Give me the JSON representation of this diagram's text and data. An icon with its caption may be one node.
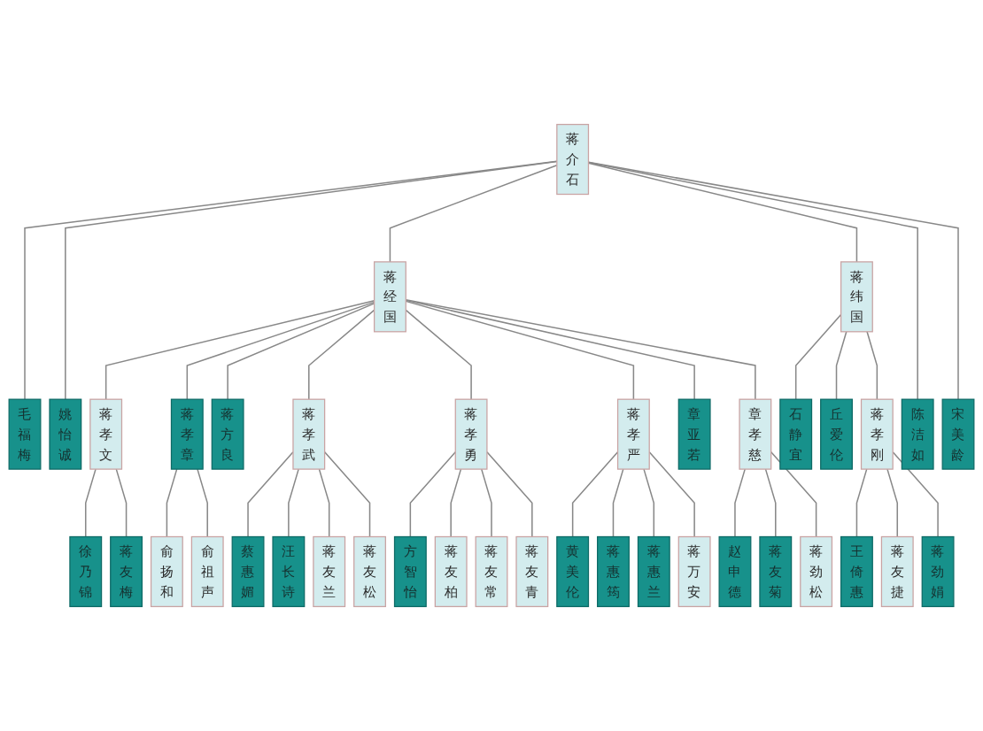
{
  "diagram": {
    "nodes": [
      {
        "text": [
          "蒋介石"
        ]
      },
      {
        "text": [
          "姚怡诚"
        ]
      },
      {
        "text": [
          "陈洁如"
        ]
      },
      {
        "text": [
          "毛福梅"
        ]
      },
      {
        "text": [
          "宋美龄"
        ]
      },
      {
        "text": [
          "蒋经国"
        ]
      },
      {
        "text": [
          "蒋方良"
        ]
      },
      {
        "text": [
          "章亚若"
        ]
      },
      {
        "text": [
          "蒋纬国"
        ]
      },
      {
        "text": [
          "石静宜"
        ]
      },
      {
        "text": [
          "丘爱伦"
        ]
      },
      {
        "text": [
          "蒋孝文"
        ]
      },
      {
        "text": [
          "徐乃锦"
        ]
      },
      {
        "text": [
          "蒋孝章"
        ]
      },
      {
        "text": [
          "俞扬和"
        ]
      },
      {
        "text": [
          "蒋孝武"
        ]
      },
      {
        "text": [
          "汪长诗"
        ]
      },
      {
        "text": [
          "蔡惠媚"
        ]
      },
      {
        "text": [
          "蒋孝勇"
        ]
      },
      {
        "text": [
          "方智怡"
        ]
      },
      {
        "text": [
          "蒋孝严"
        ]
      },
      {
        "text": [
          "黄美伦"
        ]
      },
      {
        "text": [
          "章孝慈"
        ]
      },
      {
        "text": [
          "赵申德"
        ]
      },
      {
        "text": [
          "蒋孝刚"
        ]
      },
      {
        "text": [
          "王倚惠"
        ]
      },
      {
        "text": [
          "蒋友梅"
        ]
      },
      {
        "text": [
          "俞祖声"
        ]
      },
      {
        "text": [
          "蒋友兰"
        ]
      },
      {
        "text": [
          "蒋友松"
        ]
      },
      {
        "text": [
          "蒋友柏"
        ]
      },
      {
        "text": [
          "蒋友常"
        ]
      },
      {
        "text": [
          "蒋友青"
        ]
      },
      {
        "text": [
          "蒋惠筠"
        ]
      },
      {
        "text": [
          "蒋惠兰"
        ]
      },
      {
        "text": [
          "蒋万安"
        ]
      },
      {
        "text": [
          "蒋友菊"
        ]
      },
      {
        "text": [
          "蒋劲松"
        ]
      },
      {
        "text": [
          "蒋友捷"
        ]
      },
      {
        "text": [
          "蒋劲娟"
        ]
      }
    ],
    "edges": [
      {
        "from": 0,
        "to": 3,
        "arrow": "none"
      },
      {
        "from": 0,
        "to": 1,
        "arrow": "none"
      },
      {
        "from": 0,
        "to": 5,
        "arrow": "none"
      },
      {
        "from": 0,
        "to": 8,
        "arrow": "none"
      },
      {
        "from": 0,
        "to": 2,
        "arrow": "none"
      },
      {
        "from": 0,
        "to": 4,
        "arrow": "none"
      },
      {
        "from": 5,
        "to": 11,
        "arrow": "none"
      },
      {
        "from": 5,
        "to": 13,
        "arrow": "none"
      },
      {
        "from": 5,
        "to": 6,
        "arrow": "none"
      },
      {
        "from": 5,
        "to": 15,
        "arrow": "none"
      },
      {
        "from": 5,
        "to": 18,
        "arrow": "none"
      },
      {
        "from": 5,
        "to": 20,
        "arrow": "none"
      },
      {
        "from": 5,
        "to": 7,
        "arrow": "none"
      },
      {
        "from": 5,
        "to": 22,
        "arrow": "none"
      },
      {
        "from": 8,
        "to": 9,
        "arrow": "none"
      },
      {
        "from": 8,
        "to": 10,
        "arrow": "none"
      },
      {
        "from": 8,
        "to": 24,
        "arrow": "none"
      },
      {
        "from": 11,
        "to": 12,
        "arrow": "none"
      },
      {
        "from": 13,
        "to": 14,
        "arrow": "none"
      },
      {
        "from": 15,
        "to": 17,
        "arrow": "none"
      },
      {
        "from": 15,
        "to": 16,
        "arrow": "none"
      },
      {
        "from": 18,
        "to": 19,
        "arrow": "none"
      },
      {
        "from": 20,
        "to": 21,
        "arrow": "none"
      },
      {
        "from": 22,
        "to": 23,
        "arrow": "none"
      },
      {
        "from": 24,
        "to": 25,
        "arrow": "none"
      },
      {
        "from": 11,
        "to": 26,
        "arrow": "none"
      },
      {
        "from": 13,
        "to": 27,
        "arrow": "none"
      },
      {
        "from": 15,
        "to": 28,
        "arrow": "none"
      },
      {
        "from": 15,
        "to": 29,
        "arrow": "none"
      },
      {
        "from": 18,
        "to": 30,
        "arrow": "none"
      },
      {
        "from": 18,
        "to": 31,
        "arrow": "none"
      },
      {
        "from": 18,
        "to": 32,
        "arrow": "none"
      },
      {
        "from": 20,
        "to": 33,
        "arrow": "none"
      },
      {
        "from": 20,
        "to": 34,
        "arrow": "none"
      },
      {
        "from": 20,
        "to": 35,
        "arrow": "none"
      },
      {
        "from": 22,
        "to": 36,
        "arrow": "none"
      },
      {
        "from": 22,
        "to": 37,
        "arrow": "none"
      },
      {
        "from": 24,
        "to": 38,
        "arrow": "none"
      },
      {
        "from": 24,
        "to": 39,
        "arrow": "none"
      }
    ]
  }
}
